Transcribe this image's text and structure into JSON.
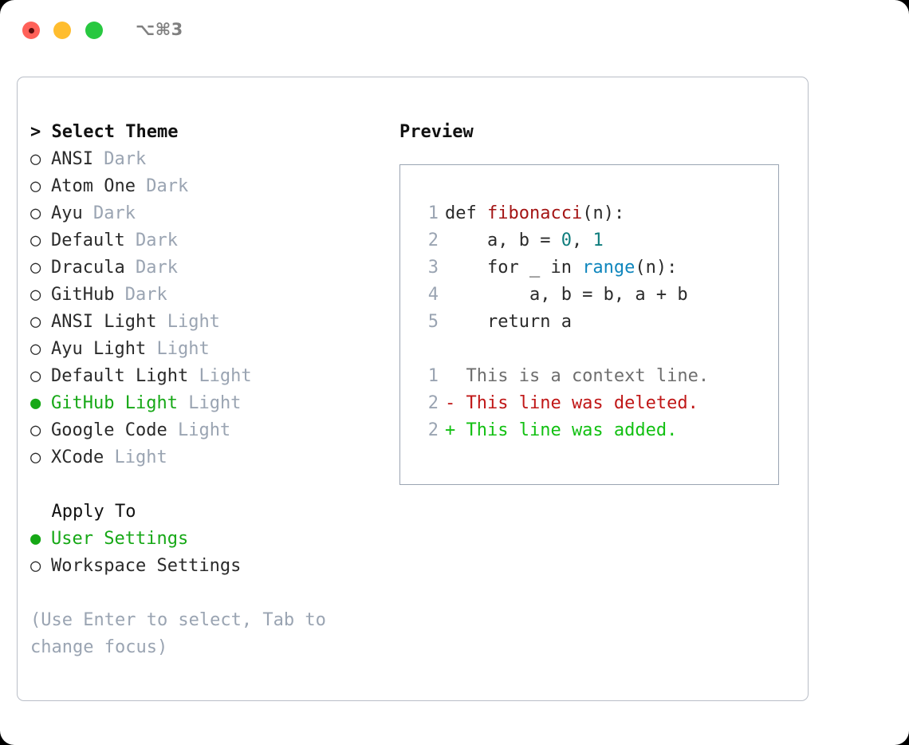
{
  "titlebar": {
    "shortcut": "⌥⌘3",
    "buttons": {
      "close": "close",
      "minimize": "minimize",
      "maximize": "maximize"
    }
  },
  "left": {
    "header_marker": "> ",
    "header_label": "Select Theme",
    "unselected_marker": "○ ",
    "selected_marker": "● ",
    "themes": [
      {
        "name": "ANSI",
        "kind": "Dark",
        "selected": false
      },
      {
        "name": "Atom One",
        "kind": "Dark",
        "selected": false
      },
      {
        "name": "Ayu",
        "kind": "Dark",
        "selected": false
      },
      {
        "name": "Default",
        "kind": "Dark",
        "selected": false
      },
      {
        "name": "Dracula",
        "kind": "Dark",
        "selected": false
      },
      {
        "name": "GitHub",
        "kind": "Dark",
        "selected": false
      },
      {
        "name": "ANSI Light",
        "kind": "Light",
        "selected": false
      },
      {
        "name": "Ayu Light",
        "kind": "Light",
        "selected": false
      },
      {
        "name": "Default Light",
        "kind": "Light",
        "selected": false
      },
      {
        "name": "GitHub Light",
        "kind": "Light",
        "selected": true
      },
      {
        "name": "Google Code",
        "kind": "Light",
        "selected": false
      },
      {
        "name": "XCode",
        "kind": "Light",
        "selected": false
      }
    ],
    "apply_to": {
      "header_marker": "  ",
      "header_label": "Apply To",
      "options": [
        {
          "label": "User Settings",
          "selected": true
        },
        {
          "label": "Workspace Settings",
          "selected": false
        }
      ]
    },
    "hint": "(Use Enter to select, Tab to change focus)"
  },
  "right": {
    "header_label": "Preview",
    "code": [
      {
        "lineno": "1",
        "tokens": [
          {
            "text": "def ",
            "cls": "tok-plain"
          },
          {
            "text": "fibonacci",
            "cls": "tok-func"
          },
          {
            "text": "(n):",
            "cls": "tok-plain"
          }
        ]
      },
      {
        "lineno": "2",
        "tokens": [
          {
            "text": "    a, b = ",
            "cls": "tok-plain"
          },
          {
            "text": "0",
            "cls": "tok-num"
          },
          {
            "text": ", ",
            "cls": "tok-plain"
          },
          {
            "text": "1",
            "cls": "tok-num"
          }
        ]
      },
      {
        "lineno": "3",
        "tokens": [
          {
            "text": "    for _ in ",
            "cls": "tok-plain"
          },
          {
            "text": "range",
            "cls": "tok-builtin"
          },
          {
            "text": "(n):",
            "cls": "tok-plain"
          }
        ]
      },
      {
        "lineno": "4",
        "tokens": [
          {
            "text": "        a, b = b, a + b",
            "cls": "tok-plain"
          }
        ]
      },
      {
        "lineno": "5",
        "tokens": [
          {
            "text": "    return a",
            "cls": "tok-plain"
          }
        ]
      }
    ],
    "diff": [
      {
        "lineno": "1",
        "text": "  This is a context line.",
        "cls": "diff-context"
      },
      {
        "lineno": "2",
        "text": "- This line was deleted.",
        "cls": "diff-del"
      },
      {
        "lineno": "2",
        "text": "+ This line was added.",
        "cls": "diff-add"
      }
    ]
  },
  "colors": {
    "accent_green": "#16a816",
    "muted": "#9aa4b2",
    "panel_border": "#b9bec7",
    "preview_border": "#9aa4b2",
    "diff_delete": "#c01717",
    "diff_add": "#12c012",
    "token_function": "#a41515",
    "token_number": "#0f7d7d",
    "token_builtin": "#0f86bd",
    "dot_close": "#ff6159",
    "dot_minimize": "#ffbd2e",
    "dot_maximize": "#28c840"
  }
}
